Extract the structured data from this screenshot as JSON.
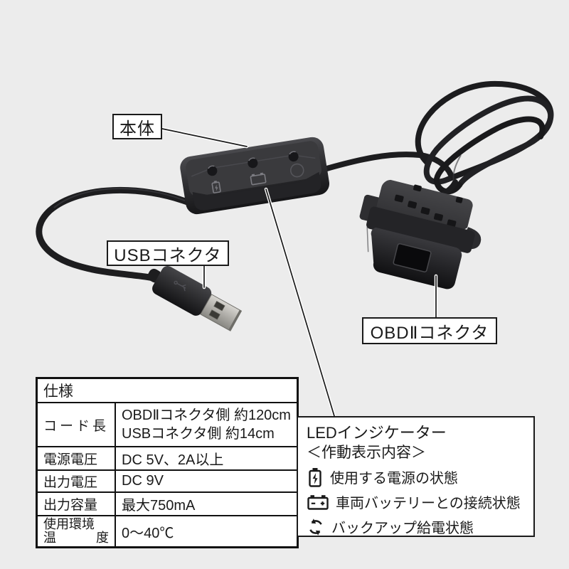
{
  "colors": {
    "background": "#ececec",
    "ink": "#1a1a1a",
    "panel": "#ffffff",
    "device_body": "#2b2b2e",
    "cable": "#1d1d1f",
    "usb_metal": "#b8b6b1"
  },
  "callouts": {
    "body": "本体",
    "usb_connector": "USBコネクタ",
    "obd_connector": "OBDⅡコネクタ"
  },
  "spec_table": {
    "title": "仕様",
    "rows": [
      {
        "label": "コード長",
        "lines": [
          "OBDⅡコネクタ側 約120cm",
          "USBコネクタ側 約14cm"
        ]
      },
      {
        "label": "電源電圧",
        "value": "DC 5V、2A以上"
      },
      {
        "label": "出力電圧",
        "value": "DC 9V"
      },
      {
        "label": "出力容量",
        "value": "最大750mA"
      },
      {
        "label_line1": "使用環境",
        "label_line2_left": "温",
        "label_line2_right": "度",
        "value": "0〜40℃"
      }
    ]
  },
  "led_legend": {
    "title": "LEDインジケーター",
    "subtitle": "＜作動表示内容＞",
    "items": [
      {
        "icon": "power-battery-icon",
        "text": "使用する電源の状態"
      },
      {
        "icon": "car-battery-icon",
        "text": "車両バッテリーとの接続状態"
      },
      {
        "icon": "backup-cycle-icon",
        "text": "バックアップ給電状態"
      }
    ]
  }
}
